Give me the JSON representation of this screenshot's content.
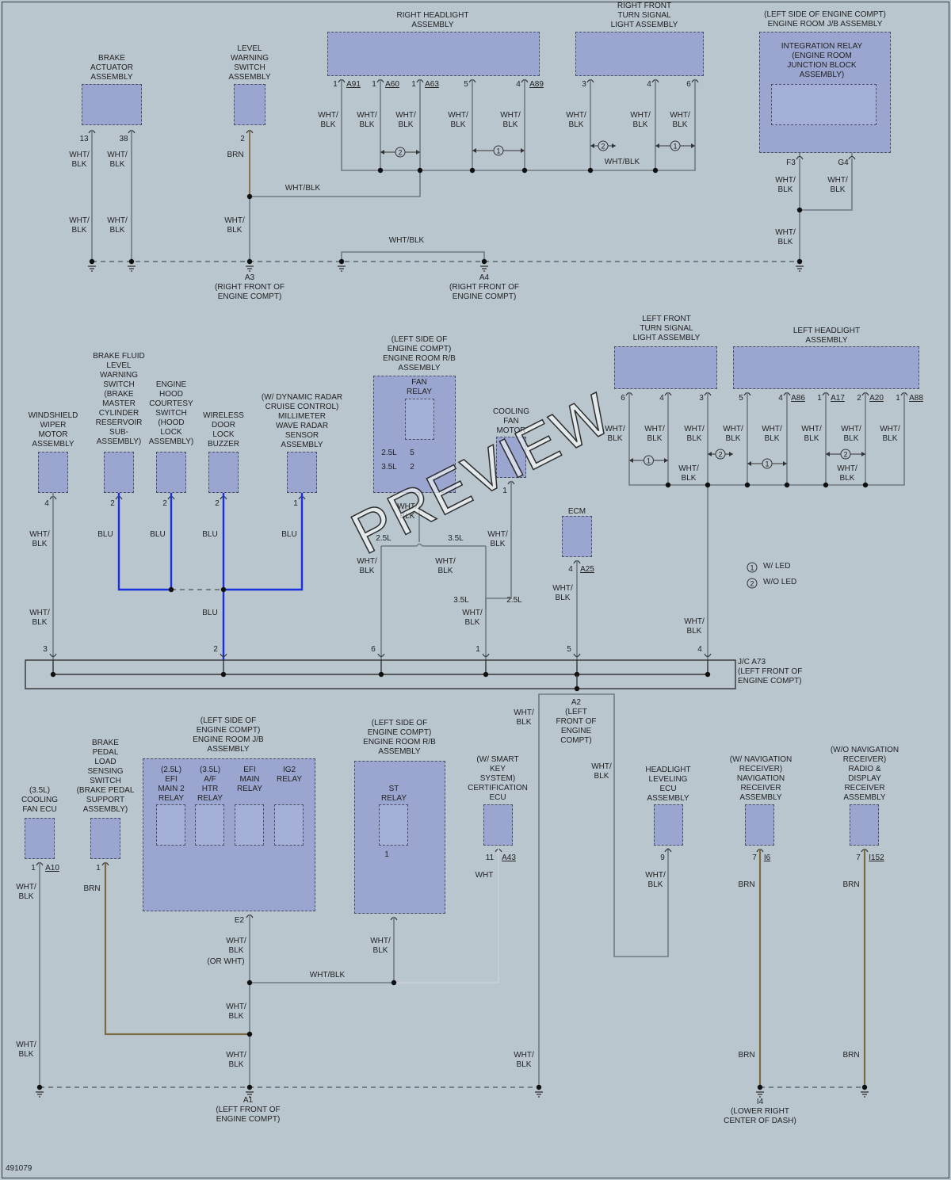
{
  "diagram_id": "491079",
  "watermark": "PREVIEW",
  "legend": {
    "one": "W/ LED",
    "two": "W/O LED"
  },
  "top": {
    "brake_actuator": "BRAKE\nACTUATOR\nASSEMBLY",
    "brake_pins": [
      "13",
      "38"
    ],
    "level_switch": "LEVEL\nWARNING\nSWITCH\nASSEMBLY",
    "level_pin": "2",
    "right_headlight": "RIGHT HEADLIGHT\nASSEMBLY",
    "rh_pins": [
      "1",
      "1",
      "1",
      "5",
      "4"
    ],
    "rh_conns": [
      "A91",
      "A60",
      "A63",
      "A89"
    ],
    "right_turn": "RIGHT FRONT\nTURN SIGNAL\nLIGHT ASSEMBLY",
    "rt_pins": [
      "3",
      "4",
      "6"
    ],
    "jb_location": "(LEFT SIDE OF ENGINE COMPT)\nENGINE ROOM J/B ASSEMBLY",
    "integration_relay": "INTEGRATION RELAY\n(ENGINE ROOM\nJUNCTION BLOCK\nASSEMBLY)",
    "jb_terms": [
      "F3",
      "G4"
    ],
    "ground_a3": "A3\n(RIGHT FRONT OF\nENGINE COMPT)",
    "ground_a4": "A4\n(RIGHT FRONT OF\nENGINE COMPT)"
  },
  "middle": {
    "wiper": "WINDSHIELD\nWIPER\nMOTOR\nASSEMBLY",
    "wiper_pin": "4",
    "brake_fluid": "BRAKE FLUID\nLEVEL\nWARNING\nSWITCH\n(BRAKE\nMASTER\nCYLINDER\nRESERVOIR\nSUB-\nASSEMBLY)",
    "hood": "ENGINE\nHOOD\nCOURTESY\nSWITCH\n(HOOD\nLOCK\nASSEMBLY)",
    "buzzer": "WIRELESS\nDOOR\nLOCK\nBUZZER",
    "radar": "(W/ DYNAMIC RADAR\nCRUISE CONTROL)\nMILLIMETER\nWAVE RADAR\nSENSOR\nASSEMBLY",
    "sensor_pins": [
      "2",
      "2",
      "2",
      "1"
    ],
    "rb_location": "(LEFT SIDE OF\nENGINE COMPT)\nENGINE ROOM R/B\nASSEMBLY",
    "fan_relay": "FAN\nRELAY",
    "fan_relay_pins": [
      "2.5L",
      "5",
      "3.5L",
      "2"
    ],
    "cooling_fan": "COOLING\nFAN\nMOTOR",
    "cooling_fan_pin": "1",
    "ecm": "ECM",
    "ecm_pin": "4",
    "ecm_conn": "A25",
    "variants": [
      "2.5L",
      "3.5L",
      "3.5L",
      "2.5L"
    ],
    "left_turn": "LEFT FRONT\nTURN SIGNAL\nLIGHT ASSEMBLY",
    "lt_pins": [
      "6",
      "4",
      "3"
    ],
    "left_headlight": "LEFT HEADLIGHT\nASSEMBLY",
    "lh_pins": [
      "5",
      "4",
      "1",
      "2",
      "1"
    ],
    "lh_conns": [
      "A86",
      "A17",
      "A20",
      "A88"
    ],
    "jc_pins": [
      "3",
      "2",
      "6",
      "1",
      "5",
      "4"
    ],
    "jc_label": "J/C A73\n(LEFT FRONT OF\nENGINE COMPT)",
    "a2_label": "A2\n(LEFT\nFRONT OF\nENGINE\nCOMPT)"
  },
  "bottom": {
    "cooling_ecu": "(3.5L)\nCOOLING\nFAN ECU",
    "cooling_ecu_pin": "1",
    "cooling_ecu_conn": "A10",
    "brake_pedal": "BRAKE\nPEDAL\nLOAD\nSENSING\nSWITCH\n(BRAKE PEDAL\nSUPPORT\nASSEMBLY)",
    "brake_pedal_pin": "1",
    "jb_location": "(LEFT SIDE OF\nENGINE COMPT)\nENGINE ROOM J/B\nASSEMBLY",
    "relays": [
      "(2.5L)\nEFI\nMAIN 2\nRELAY",
      "(3.5L)\nA/F\nHTR\nRELAY",
      "EFI\nMAIN\nRELAY",
      "IG2\nRELAY"
    ],
    "jb_term": "E2",
    "or_wht": "(OR WHT)",
    "rb_location": "(LEFT SIDE OF\nENGINE COMPT)\nENGINE ROOM R/B\nASSEMBLY",
    "st_relay": "ST\nRELAY",
    "st_pin": "1",
    "smart_key": "(W/ SMART\nKEY\nSYSTEM)\nCERTIFICATION\nECU",
    "smart_pin": "11",
    "smart_conn": "A43",
    "leveling": "HEADLIGHT\nLEVELING\nECU\nASSEMBLY",
    "leveling_pin": "9",
    "nav": "(W/ NAVIGATION\nRECEIVER)\nNAVIGATION\nRECEIVER\nASSEMBLY",
    "nav_pin": "7",
    "nav_conn": "I6",
    "radio": "(W/O NAVIGATION\nRECEIVER)\nRADIO &\nDISPLAY\nRECEIVER\nASSEMBLY",
    "radio_pin": "7",
    "radio_conn": "I152",
    "ground_a1": "A1\n(LEFT FRONT OF\nENGINE COMPT)",
    "ground_i4": "I4\n(LOWER RIGHT\nCENTER OF DASH)"
  },
  "wire_codes": {
    "wb": "WHT/\nBLK",
    "wbi": "WHT/BLK",
    "blu": "BLU",
    "brn": "BRN",
    "wht": "WHT"
  },
  "colors": {
    "background": "#b9c6ce",
    "module": "#9aa6cf",
    "wire": "#707a82",
    "blue_wire": "#1a2fe0",
    "brown_wire": "#7d6a40"
  }
}
